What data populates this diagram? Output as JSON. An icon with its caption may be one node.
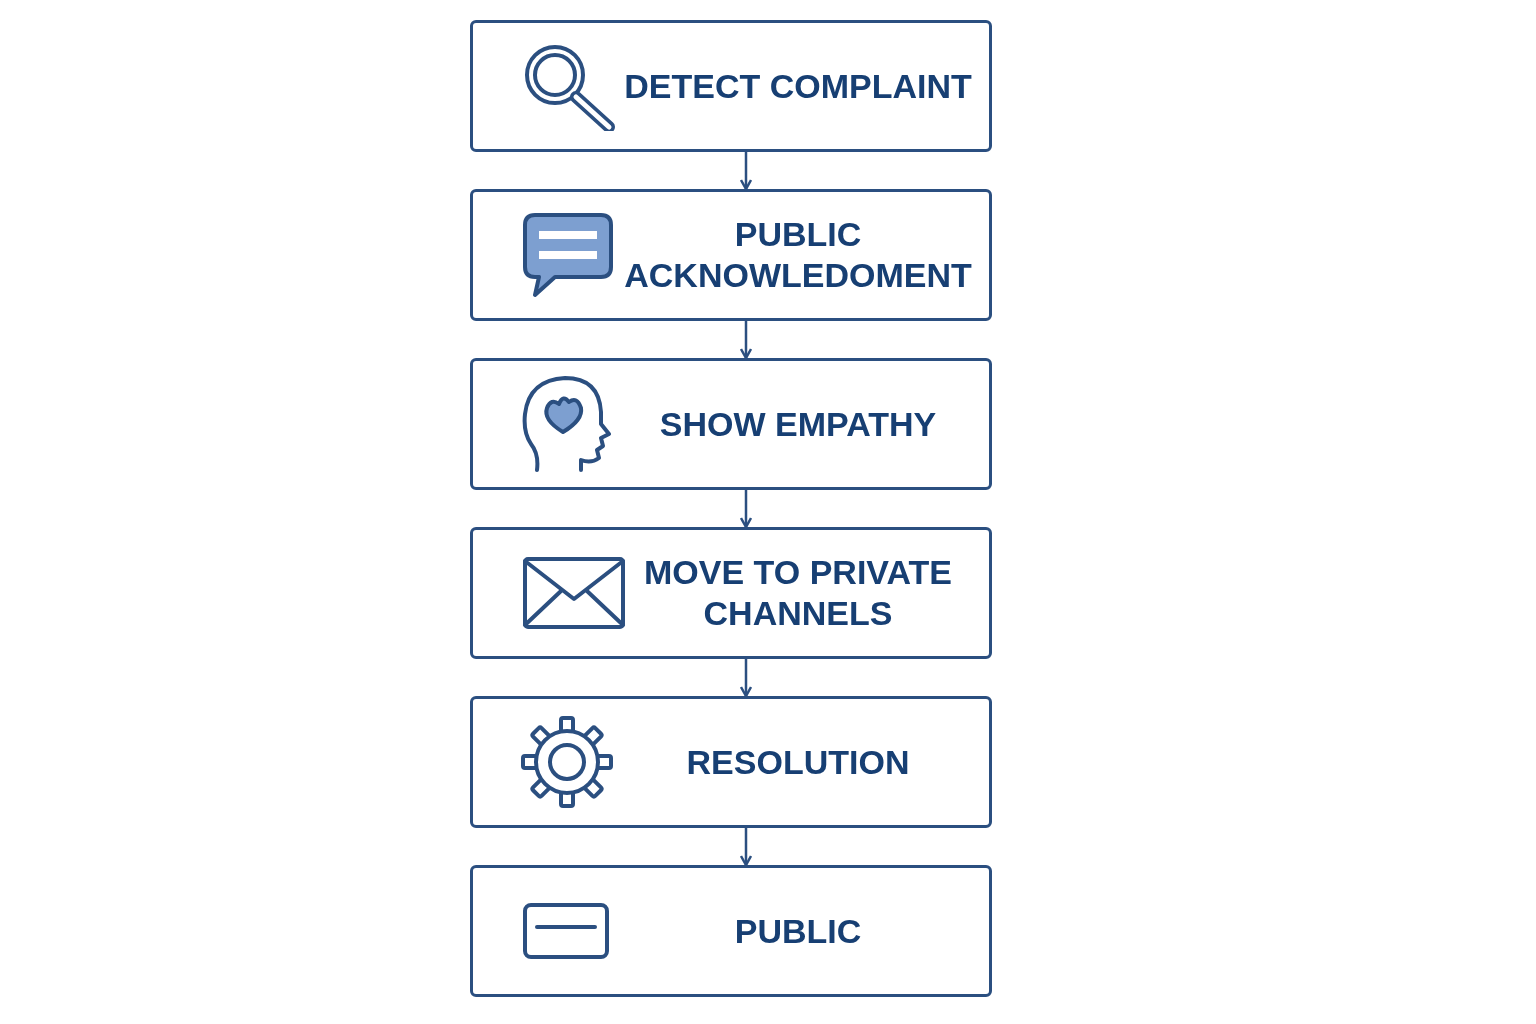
{
  "diagram": {
    "nodes": [
      {
        "text": [
          "DETECT COMPLAINT"
        ]
      },
      {
        "text": [
          "PUBLIC ACKNOWLEDOMENT"
        ]
      },
      {
        "text": [
          "SHOW EMPATHY"
        ]
      },
      {
        "text": [
          "MOVE TO PRIVATE CHANNELS"
        ]
      },
      {
        "text": [
          "RESOLUTION"
        ]
      },
      {
        "text": [
          "PUBLIC"
        ]
      }
    ],
    "edges": [
      {
        "from": 0,
        "to": 1,
        "arrow": "to"
      },
      {
        "from": 1,
        "to": 2,
        "arrow": "to"
      },
      {
        "from": 2,
        "to": 3,
        "arrow": "to"
      },
      {
        "from": 3,
        "to": 4,
        "arrow": "to"
      },
      {
        "from": 4,
        "to": 5,
        "arrow": "to"
      }
    ]
  }
}
